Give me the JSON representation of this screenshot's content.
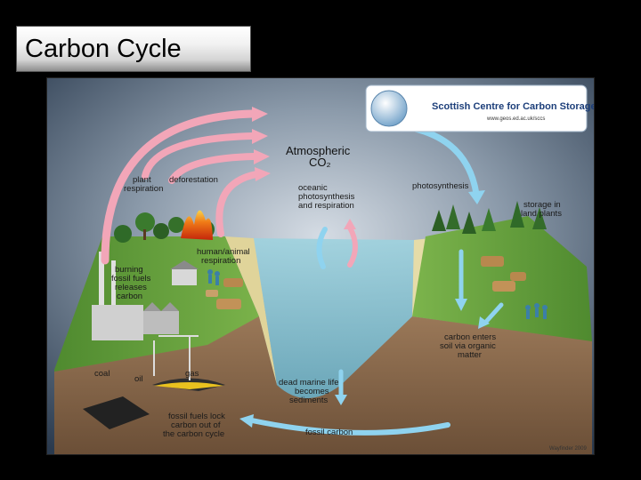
{
  "slide": {
    "title": "Carbon Cycle"
  },
  "logo": {
    "name": "Scottish Centre for Carbon Storage",
    "url": "www.geos.ed.ac.uk/sccs"
  },
  "labels": {
    "atmospheric": [
      "Atmospheric",
      "CO₂"
    ],
    "plant_respiration": [
      "plant",
      "respiration"
    ],
    "deforestation": [
      "deforestation"
    ],
    "oceanic": [
      "oceanic",
      "photosynthesis",
      "and respiration"
    ],
    "photosynthesis": [
      "photosynthesis"
    ],
    "storage": [
      "storage in",
      "land plants"
    ],
    "human_animal": [
      "human/animal",
      "respiration"
    ],
    "burning": [
      "burning",
      "fossil fuels",
      "releases",
      "carbon"
    ],
    "carbon_enters": [
      "carbon enters",
      "soil via organic",
      "matter"
    ],
    "coal": [
      "coal"
    ],
    "oil": [
      "oil"
    ],
    "gas": [
      "gas"
    ],
    "dead_marine": [
      "dead marine life",
      "becomes",
      "sediments"
    ],
    "fossil_lock": [
      "fossil fuels lock",
      "carbon out of",
      "the carbon cycle"
    ],
    "fossil_carbon": [
      "fossil carbon"
    ],
    "credit": [
      "Wayfinder 2009"
    ]
  },
  "colors": {
    "release_arrow": "#f2a6b8",
    "uptake_arrow": "#8fd3ef",
    "land": "#5e9a3a",
    "soil": "#8a6a4c",
    "water": "#79b7c6",
    "sky_top": "#2c3d51",
    "sky_glow": "#c7d1dc"
  }
}
